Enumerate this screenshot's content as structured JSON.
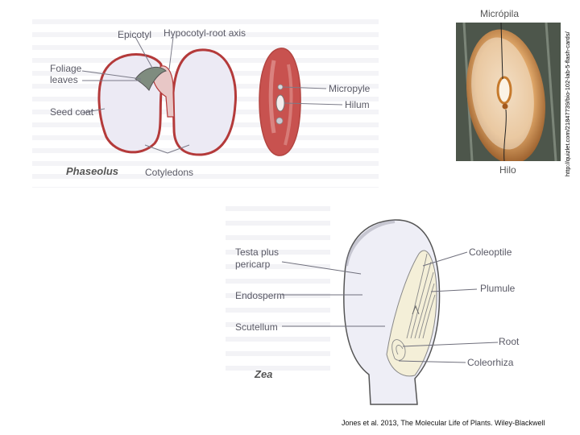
{
  "phaseolus": {
    "genus": "Phaseolus",
    "labels": {
      "epicotyl": "Epicotyl",
      "hypocotyl_root_axis": "Hypocotyl-root axis",
      "foliage_leaves": "Foliage\nleaves",
      "seed_coat": "Seed coat",
      "cotyledons": "Cotyledons",
      "micropyle": "Micropyle",
      "hilum": "Hilum"
    }
  },
  "photo": {
    "top_label": "Micrópila",
    "bottom_label": "Hilo"
  },
  "zea": {
    "genus": "Zea",
    "labels": {
      "testa_pericarp": "Testa plus\npericarp",
      "endosperm": "Endosperm",
      "scutellum": "Scutellum",
      "coleoptile": "Coleoptile",
      "plumule": "Plumule",
      "root": "Root",
      "coleorhiza": "Coleorhiza"
    }
  },
  "source_url": "http://quizlet.com/21847739/bio-102-lab-5-flash-cards/",
  "citation": "Jones et al. 2013, The Molecular Life of Plants. Wiley-Blackwell",
  "colors": {
    "seed_fill": "#eceaf4",
    "seed_outline": "#b43a3a",
    "bean_red": "#c8524f",
    "kernel_fill": "#eeeef6",
    "label_text": "#5a5a66"
  }
}
